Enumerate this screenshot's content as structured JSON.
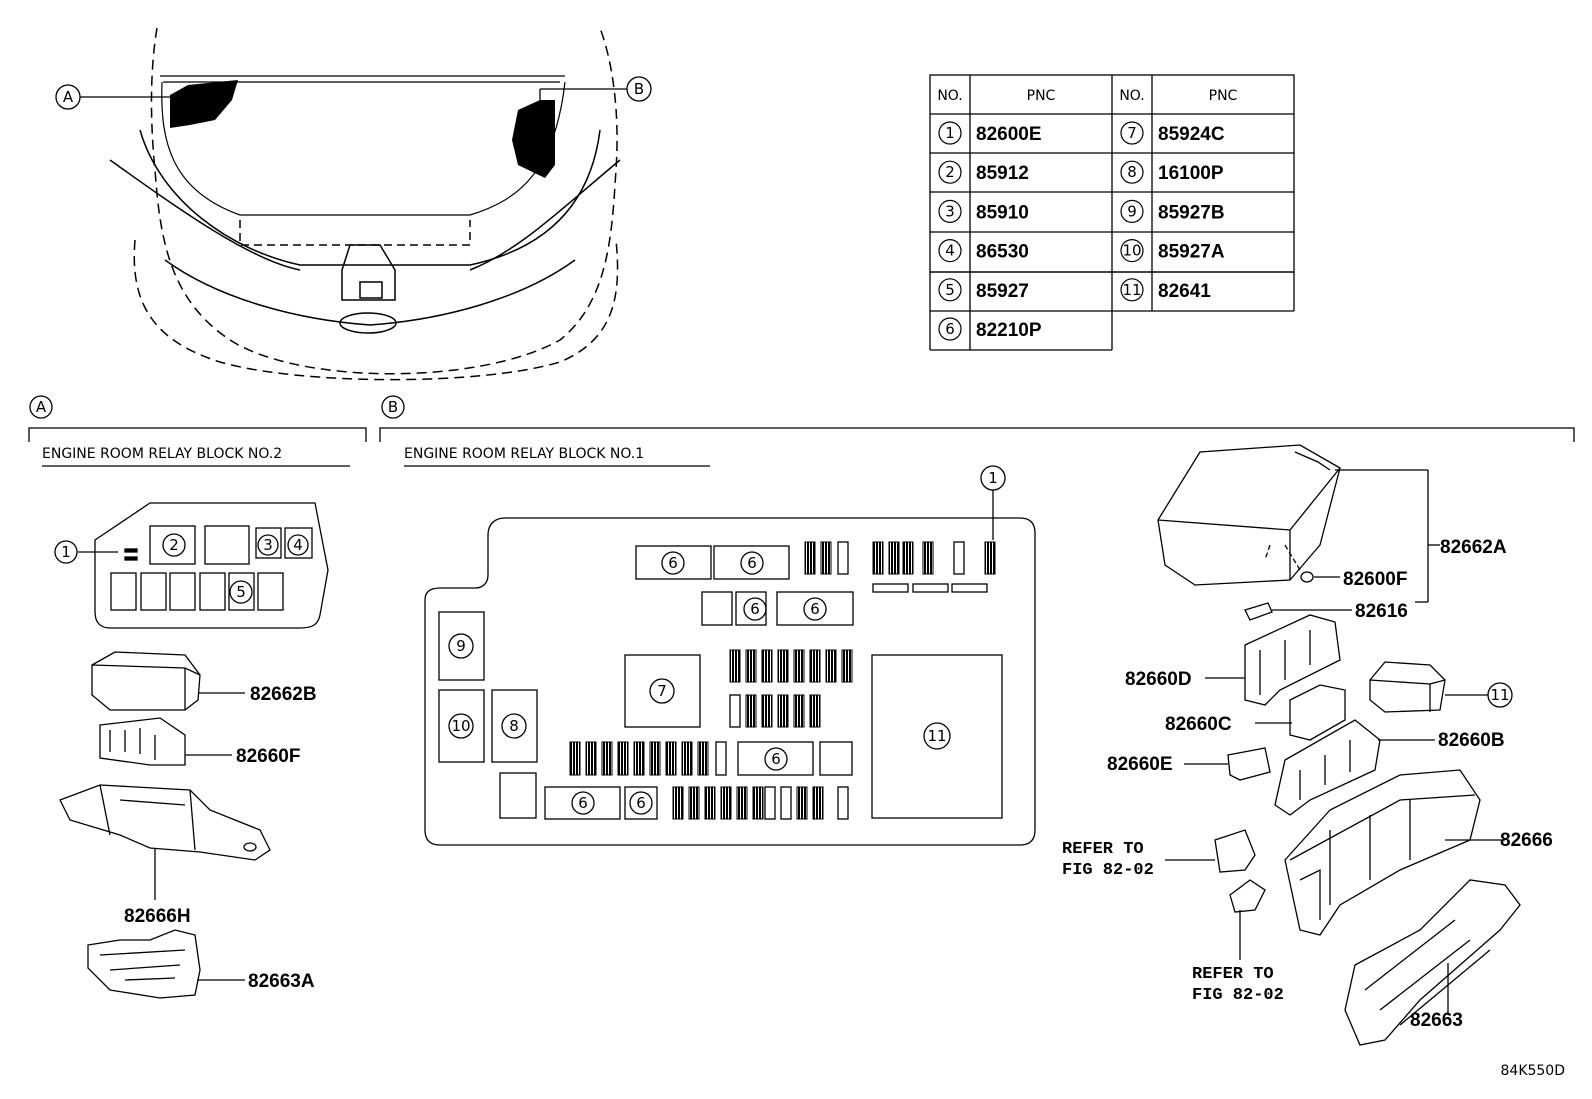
{
  "callouts": {
    "a": "A",
    "b": "B"
  },
  "pnc_table": {
    "headers": {
      "no": "NO.",
      "pnc": "PNC"
    },
    "rows": [
      {
        "no": "1",
        "pnc": "82600E"
      },
      {
        "no": "2",
        "pnc": "85912"
      },
      {
        "no": "3",
        "pnc": "85910"
      },
      {
        "no": "4",
        "pnc": "86530"
      },
      {
        "no": "5",
        "pnc": "85927"
      },
      {
        "no": "6",
        "pnc": "82210P"
      },
      {
        "no": "7",
        "pnc": "85924C"
      },
      {
        "no": "8",
        "pnc": "16100P"
      },
      {
        "no": "9",
        "pnc": "85927B"
      },
      {
        "no": "10",
        "pnc": "85927A"
      },
      {
        "no": "11",
        "pnc": "82641"
      }
    ]
  },
  "section_a": {
    "title": "ENGINE ROOM RELAY BLOCK NO.2",
    "parts": [
      "82662B",
      "82660F",
      "82666H",
      "82663A"
    ]
  },
  "section_b": {
    "title": "ENGINE ROOM RELAY BLOCK NO.1",
    "parts": [
      "82662A",
      "82600F",
      "82616",
      "82660D",
      "82660C",
      "82660B",
      "82660E",
      "82666",
      "82663"
    ],
    "refer_line1": "REFER TO",
    "refer_line2": "FIG 82-02"
  },
  "figure_code": "84K550D",
  "colors": {
    "ink": "#000000",
    "background": "#ffffff"
  }
}
